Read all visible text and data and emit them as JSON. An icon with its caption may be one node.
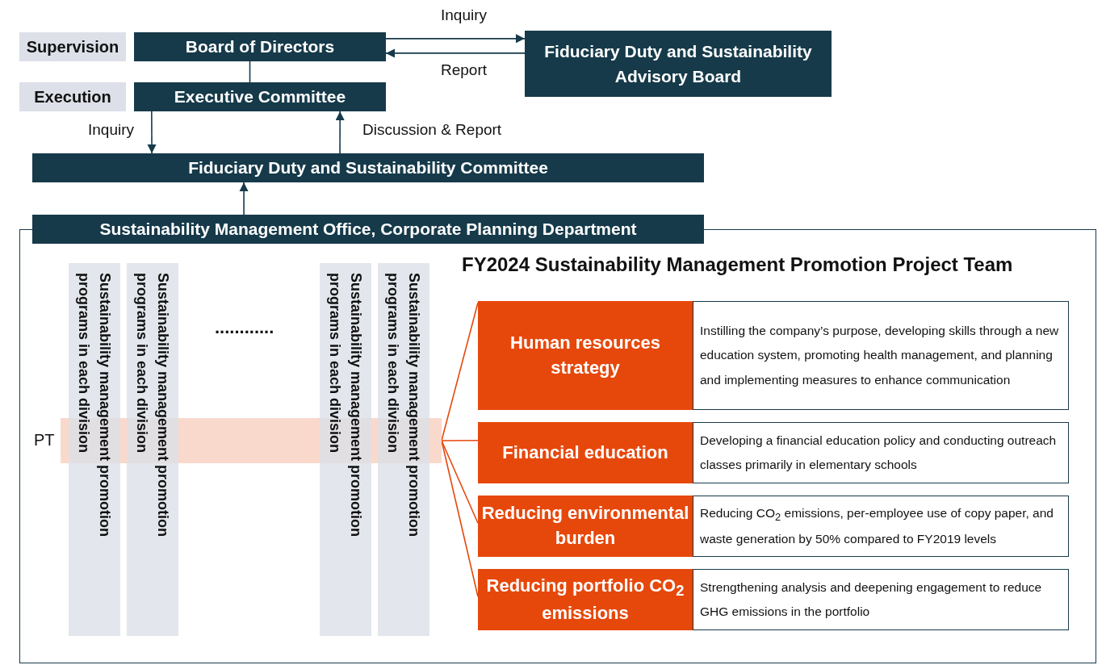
{
  "diagram": {
    "nodes": [
      {
        "text": [
          "Supervision"
        ]
      },
      {
        "text": [
          "Board of Directors"
        ]
      },
      {
        "text": [
          "Fiduciary Duty and Sustainability Advisory Board"
        ]
      },
      {
        "text": [
          "Execution"
        ]
      },
      {
        "text": [
          "Executive Committee"
        ]
      },
      {
        "text": [
          "Fiduciary Duty and Sustainability Committee"
        ]
      },
      {
        "text": [
          "Sustainability Management Office, Corporate Planning Department"
        ]
      },
      {
        "text": [],
        "shape": "box"
      },
      {
        "text": [
          "Sustainability management promotion programs in each division"
        ],
        "in": 7
      },
      {
        "text": [
          "Sustainability management promotion programs in each division"
        ],
        "in": 7
      },
      {
        "text": [
          "Sustainability management promotion programs in each division"
        ],
        "in": 7
      },
      {
        "text": [
          "Sustainability management promotion programs in each division"
        ],
        "in": 7
      },
      {
        "text": [
          "PT"
        ],
        "in": 7
      },
      {
        "text": [
          "Human resources strategy"
        ],
        "in": 7
      },
      {
        "text": [
          "Instilling the company’s purpose, developing skills through a new education system, promoting health management, and planning and implementing measures to enhance communication"
        ],
        "in": 7
      },
      {
        "text": [
          "Financial education"
        ],
        "in": 7
      },
      {
        "text": [
          "Developing a financial education policy and conducting outreach classes primarily in elementary schools"
        ],
        "in": 7
      },
      {
        "text": [
          "Reducing environmental burden"
        ],
        "in": 7
      },
      {
        "text": [
          "Reducing CO$_{2}$ emissions, per-employee use of copy paper, and waste generation by 50% compared to FY2019 levels"
        ],
        "in": 7
      },
      {
        "text": [
          "Reducing portfolio CO$_{2}$ emissions"
        ],
        "in": 7
      },
      {
        "text": [
          "Strengthening analysis and deepening engagement to reduce GHG emissions in the portfolio"
        ],
        "in": 7
      }
    ],
    "edges": [
      {
        "from": 1,
        "to": 2,
        "label": "Inquiry",
        "arrow": "to"
      },
      {
        "from": 2,
        "to": 1,
        "label": "Report",
        "arrow": "to"
      },
      {
        "from": 1,
        "to": 4,
        "arrow": "none"
      },
      {
        "from": 4,
        "to": 5,
        "label": "Inquiry",
        "arrow": "to"
      },
      {
        "from": 5,
        "to": 4,
        "label": "Discussion & Report",
        "arrow": "to"
      },
      {
        "from": 6,
        "to": 5,
        "arrow": "to"
      },
      {
        "from": 12,
        "to": 13,
        "arrow": "none",
        "color": "#e6480c"
      },
      {
        "from": 12,
        "to": 15,
        "arrow": "none",
        "color": "#e6480c"
      },
      {
        "from": 12,
        "to": 17,
        "arrow": "none",
        "color": "#e6480c"
      },
      {
        "from": 12,
        "to": 19,
        "arrow": "none",
        "color": "#e6480c"
      }
    ],
    "labels": [
      "FY2024 Sustainability Management Promotion Project Team",
      "............"
    ]
  }
}
